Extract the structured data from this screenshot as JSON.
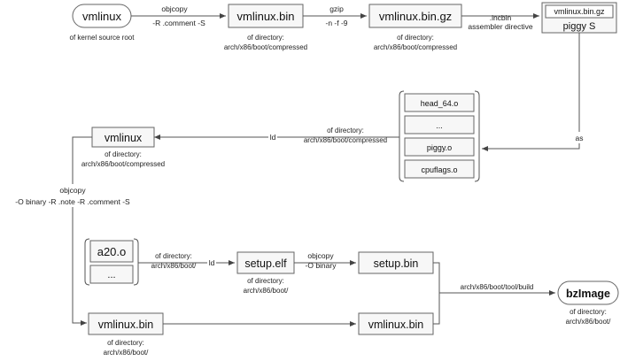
{
  "nodes": {
    "vmlinux_root": "vmlinux",
    "vmlinux_root_caption": "of kernel source root",
    "vmlinux_bin_c": "vmlinux.bin",
    "vmlinux_bin_c_caption1": "of directory:",
    "vmlinux_bin_c_caption2": "arch/x86/boot/compressed",
    "vmlinux_bin_gz": "vmlinux.bin.gz",
    "vmlinux_bin_gz_caption1": "of directory:",
    "vmlinux_bin_gz_caption2": "arch/x86/boot/compressed",
    "piggy_inner": "vmlinux.bin.gz",
    "piggy_label": "piggy S",
    "objlist": [
      "head_64.o",
      "...",
      "piggy.o",
      "cpuflags.o"
    ],
    "vmlinux_c": "vmlinux",
    "vmlinux_c_caption1": "of directory:",
    "vmlinux_c_caption2": "arch/x86/boot/compressed",
    "a20": "a20.o",
    "a20_more": "...",
    "setup_elf": "setup.elf",
    "setup_elf_caption1": "of directory:",
    "setup_elf_caption2": "arch/x86/boot/",
    "setup_bin": "setup.bin",
    "vmlinux_bin_b": "vmlinux.bin",
    "vmlinux_bin_b_caption1": "of directory:",
    "vmlinux_bin_b_caption2": "arch/x86/boot/",
    "vmlinux_bin_b2": "vmlinux.bin",
    "bzimage": "bzImage",
    "bzimage_caption1": "of directory:",
    "bzimage_caption2": "arch/x86/boot/"
  },
  "edges": {
    "objcopy1_l1": "objcopy",
    "objcopy1_l2": "-R .comment -S",
    "gzip_l1": "gzip",
    "gzip_l2": "-n -f -9",
    "incbin_l1": ".incbin",
    "incbin_l2": "assembler directive",
    "as": "as",
    "ld1": "ld",
    "ld1_cap1": "of directory:",
    "ld1_cap2": "arch/x86/boot/compressed",
    "objcopy2_l1": "objcopy",
    "objcopy2_l2": "-O binary -R .note -R .comment -S",
    "ld2": "ld",
    "ld2_cap1": "of directory:",
    "ld2_cap2": "arch/x86/boot/",
    "objcopy3_l1": "objcopy",
    "objcopy3_l2": "-O binary",
    "build": "arch/x86/boot/tool/build"
  }
}
